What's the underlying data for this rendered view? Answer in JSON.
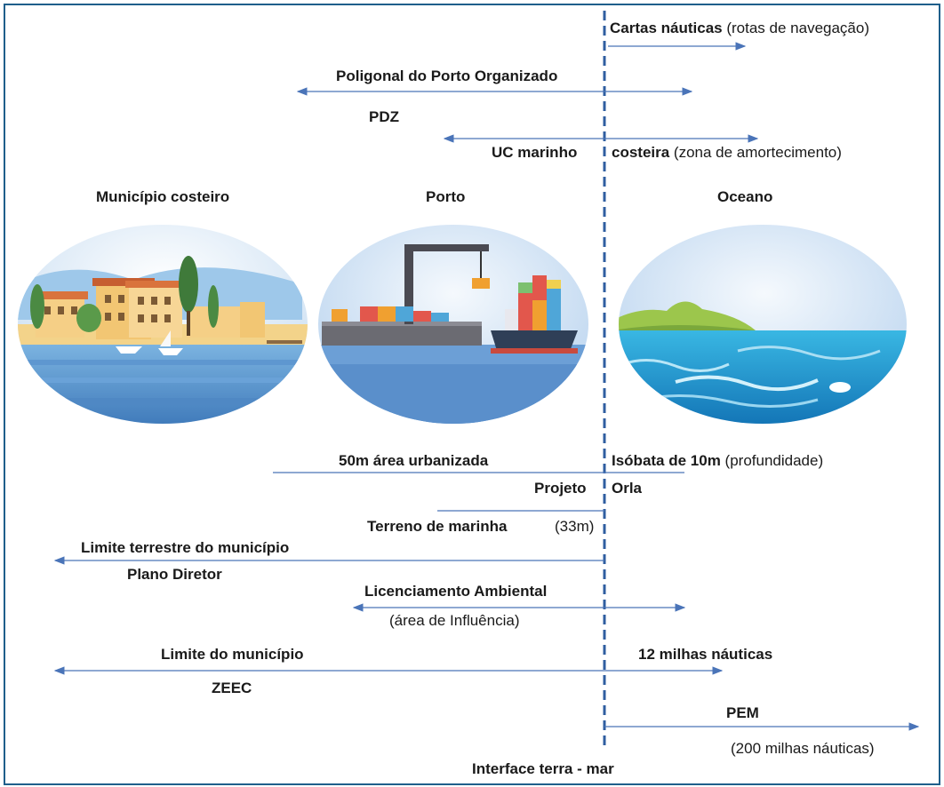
{
  "colors": {
    "arrow": "#4a74b8",
    "divider": "#2f5ea0",
    "frame": "#1f5f8b"
  },
  "panels": {
    "municipio": "Município costeiro",
    "porto": "Porto",
    "oceano": "Oceano"
  },
  "labels": {
    "cartas_bold": "Cartas náuticas",
    "cartas_rest": " (rotas de navegação)",
    "poligonal": "Poligonal do Porto Organizado",
    "pdz": "PDZ",
    "uc_left": "UC marinho",
    "uc_right_bold": "costeira",
    "uc_right_rest": " (zona de amortecimento)",
    "area_urbanizada": "50m área urbanizada",
    "isobata_bold": "Isóbata de 10m",
    "isobata_rest": " (profundidade)",
    "projeto": "Projeto",
    "orla": "Orla",
    "terreno_bold": "Terreno de marinha",
    "terreno_rest": "(33m)",
    "limite_terrestre": "Limite terrestre do município",
    "plano_diretor": "Plano Diretor",
    "licenciamento": "Licenciamento Ambiental",
    "area_influencia": "(área de Influência)",
    "limite_municipio": "Limite do município",
    "milhas12": "12 milhas náuticas",
    "zeec": "ZEEC",
    "pem": "PEM",
    "milhas200": "(200 milhas náuticas)",
    "interface_a": "Interface terra",
    "interface_dash": "-",
    "interface_b": "mar"
  }
}
